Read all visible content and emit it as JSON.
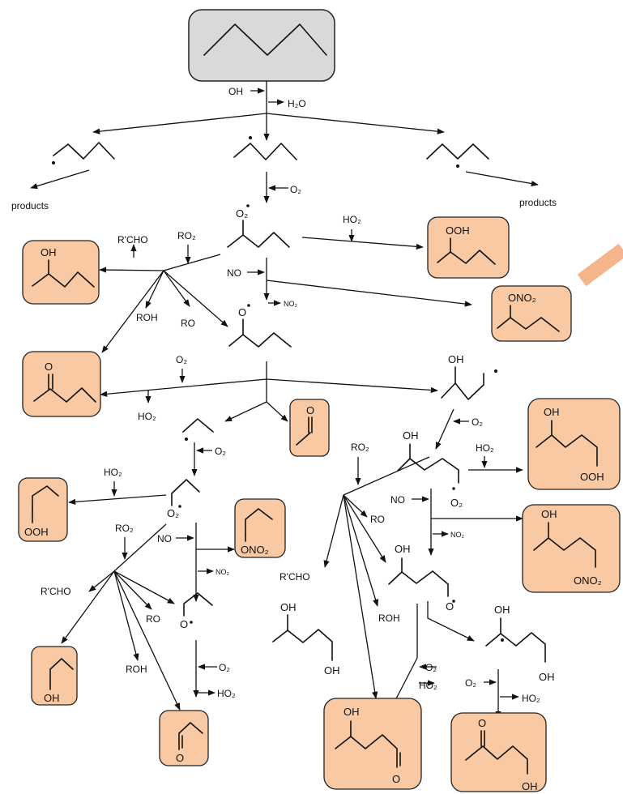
{
  "reactant": "pentane",
  "labels": {
    "OH": "OH",
    "H2O": "H₂O",
    "O2": "O₂",
    "HO2": "HO₂",
    "NO": "NO",
    "NO2": "NO₂",
    "RO2": "RO₂",
    "RCHO": "R'CHO",
    "ROH": "ROH",
    "RO": "RO",
    "products": "products",
    "O2rad": "O₂",
    "Orad": "O",
    "O": "O",
    "OOH": "OOH",
    "ONO2": "ONO₂",
    "ONO2sub": "ONO₂"
  },
  "colors": {
    "product_box": "#f8c9a3",
    "reactant_box": "#d9d9d9",
    "highlight_stroke": "#f5b48a"
  }
}
